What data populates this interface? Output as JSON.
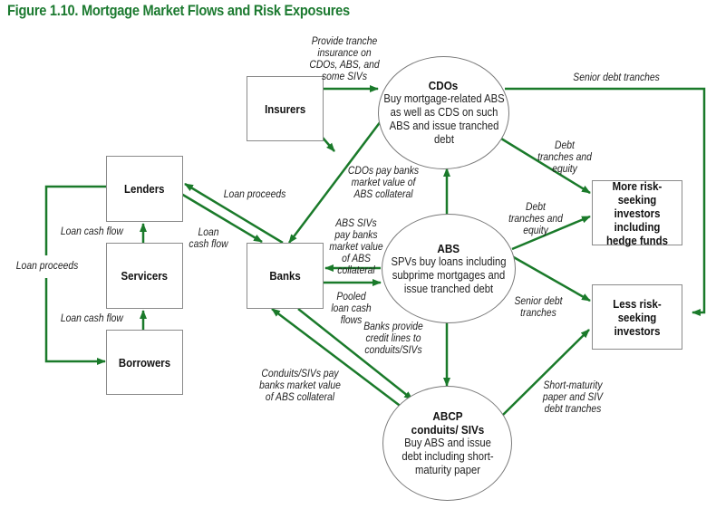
{
  "title": "Figure 1.10. Mortgage Market Flows and Risk Exposures",
  "colors": {
    "title": "#1c7a30",
    "arrow": "#1a7a2a",
    "box_border": "#8a8a8a"
  },
  "nodes": {
    "insurers": {
      "label": "Insurers"
    },
    "lenders": {
      "label": "Lenders"
    },
    "servicers": {
      "label": "Servicers"
    },
    "borrowers": {
      "label": "Borrowers"
    },
    "banks": {
      "label": "Banks"
    },
    "more_risk": {
      "label": "More risk-seeking investors including hedge funds"
    },
    "less_risk": {
      "label": "Less risk-seeking investors"
    },
    "cdos": {
      "title": "CDOs",
      "desc": "Buy mortgage-related ABS as well as CDS on such ABS and issue tranched debt"
    },
    "abs": {
      "title": "ABS",
      "desc": "SPVs buy loans including subprime mortgages and issue tranched debt"
    },
    "abcp": {
      "title": "ABCP conduits/ SIVs",
      "desc": "Buy ABS and issue debt including short-maturity paper"
    }
  },
  "edge_labels": {
    "insurers_cdos": "Provide tranche insurance on CDOs, ABS, and some SIVs",
    "cdos_less_senior": "Senior debt tranches",
    "cdos_more_debt": "Debt tranches and equity",
    "cdos_banks": "CDOs pay banks market value of ABS collateral",
    "banks_lenders": "Loan proceeds",
    "lenders_banks": "Loan cash flow",
    "servicers_lenders": "Loan cash flow",
    "borrowers_servicers": "Loan cash flow",
    "lenders_borrowers": "Loan proceeds",
    "abs_banks": "ABS SIVs pay banks market value of ABS collateral",
    "banks_abs": "Pooled loan cash flows",
    "abs_more_debt": "Debt tranches and equity",
    "abs_less_senior": "Senior debt tranches",
    "banks_abcp": "Banks provide credit lines to conduits/SIVs",
    "abcp_banks": "Conduits/SIVs pay banks market value of ABS collateral",
    "abcp_less": "Short-maturity paper and SIV debt tranches"
  }
}
